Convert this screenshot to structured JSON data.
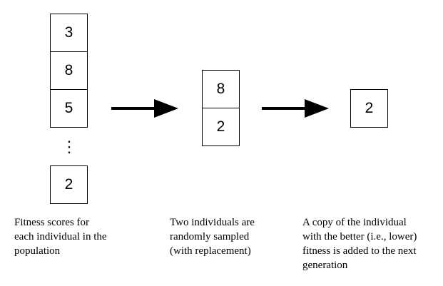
{
  "population": {
    "scores": [
      "3",
      "8",
      "5"
    ],
    "ellipsis": "⋮",
    "last_score": "2",
    "caption": "Fitness scores for\neach individual in the\npopulation"
  },
  "sample": {
    "scores": [
      "8",
      "2"
    ],
    "caption": "Two individuals are\nrandomly sampled\n(with replacement)"
  },
  "winner": {
    "score": "2",
    "caption": "A copy of the individual\nwith the better (i.e., lower)\nfitness is added to the next\ngeneration"
  },
  "colors": {
    "stroke": "#000000",
    "fill": "#ffffff"
  },
  "icons": [
    "right-arrow-icon",
    "right-arrow-icon"
  ]
}
